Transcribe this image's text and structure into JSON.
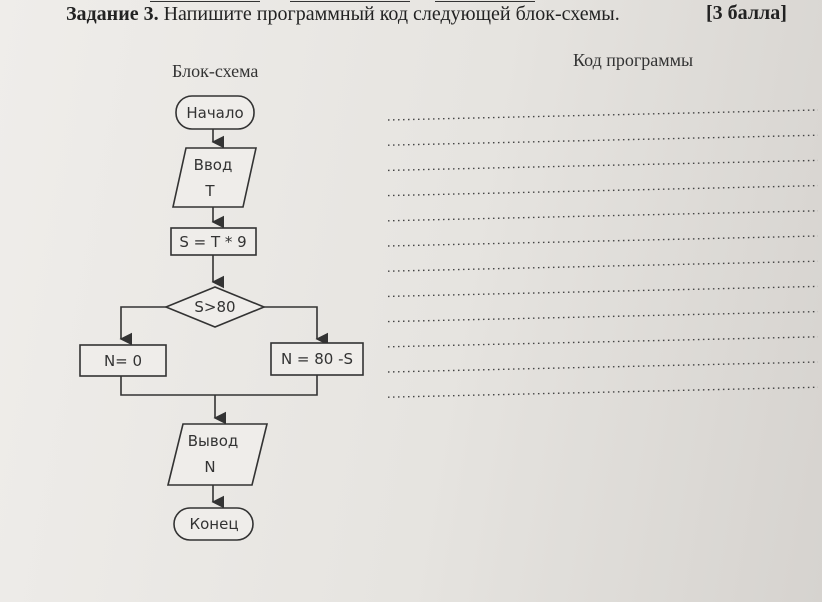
{
  "task": {
    "number": "Задание 3.",
    "text": " Напишите программный код следующей блок-схемы.",
    "score": "[3 балла]"
  },
  "labels": {
    "flowchart": "Блок-схема",
    "program_code": "Код программы"
  },
  "flowchart": {
    "start": "Начало",
    "input_line1": "Ввод",
    "input_line2": "T",
    "process": "S = T * 9",
    "condition": "S>80",
    "branch_left": "N= 0",
    "branch_right": "N = 80 -S",
    "output_line1": "Вывод",
    "output_line2": "N",
    "end": "Конец"
  },
  "answer_lines": 12,
  "colors": {
    "ink": "#333333",
    "paper": "#ebe9e5"
  }
}
